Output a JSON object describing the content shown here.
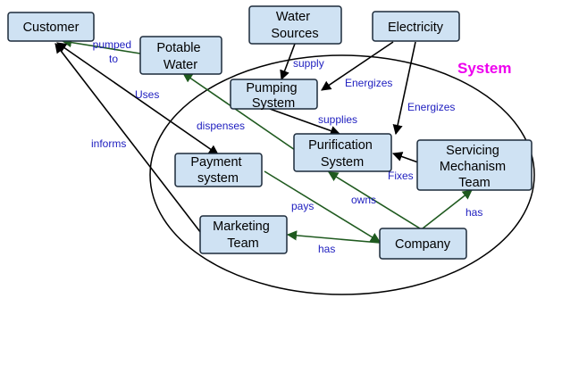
{
  "diagram": {
    "system_label": "System",
    "nodes": {
      "customer": [
        "Customer"
      ],
      "potable_water": [
        "Potable",
        "Water"
      ],
      "water_sources": [
        "Water",
        "Sources"
      ],
      "electricity": [
        "Electricity"
      ],
      "pumping_system": [
        "Pumping",
        "System"
      ],
      "purification_system": [
        "Purification",
        "System"
      ],
      "servicing_team": [
        "Servicing",
        "Mechanism",
        "Team"
      ],
      "payment_system": [
        "Payment",
        "system"
      ],
      "marketing_team": [
        "Marketing",
        "Team"
      ],
      "company": [
        "Company"
      ]
    },
    "edges": {
      "pumped_to": [
        "pumped",
        "to"
      ],
      "uses": "Uses",
      "informs": "informs",
      "dispenses": "dispenses",
      "supply": "supply",
      "energizes_pumping": "Energizes",
      "energizes_purification": "Energizes",
      "supplies": "supplies",
      "fixes": "Fixes",
      "owns": "owns",
      "has_servicing": "has",
      "pays": "pays",
      "has_marketing": "has"
    },
    "colors": {
      "node_fill": "#cfe2f3",
      "node_border": "#1c2a3a",
      "label_text": "#2020c0",
      "system_title": "#ee00ee",
      "black_link": "#000000",
      "green_link": "#1f5a1f"
    }
  }
}
